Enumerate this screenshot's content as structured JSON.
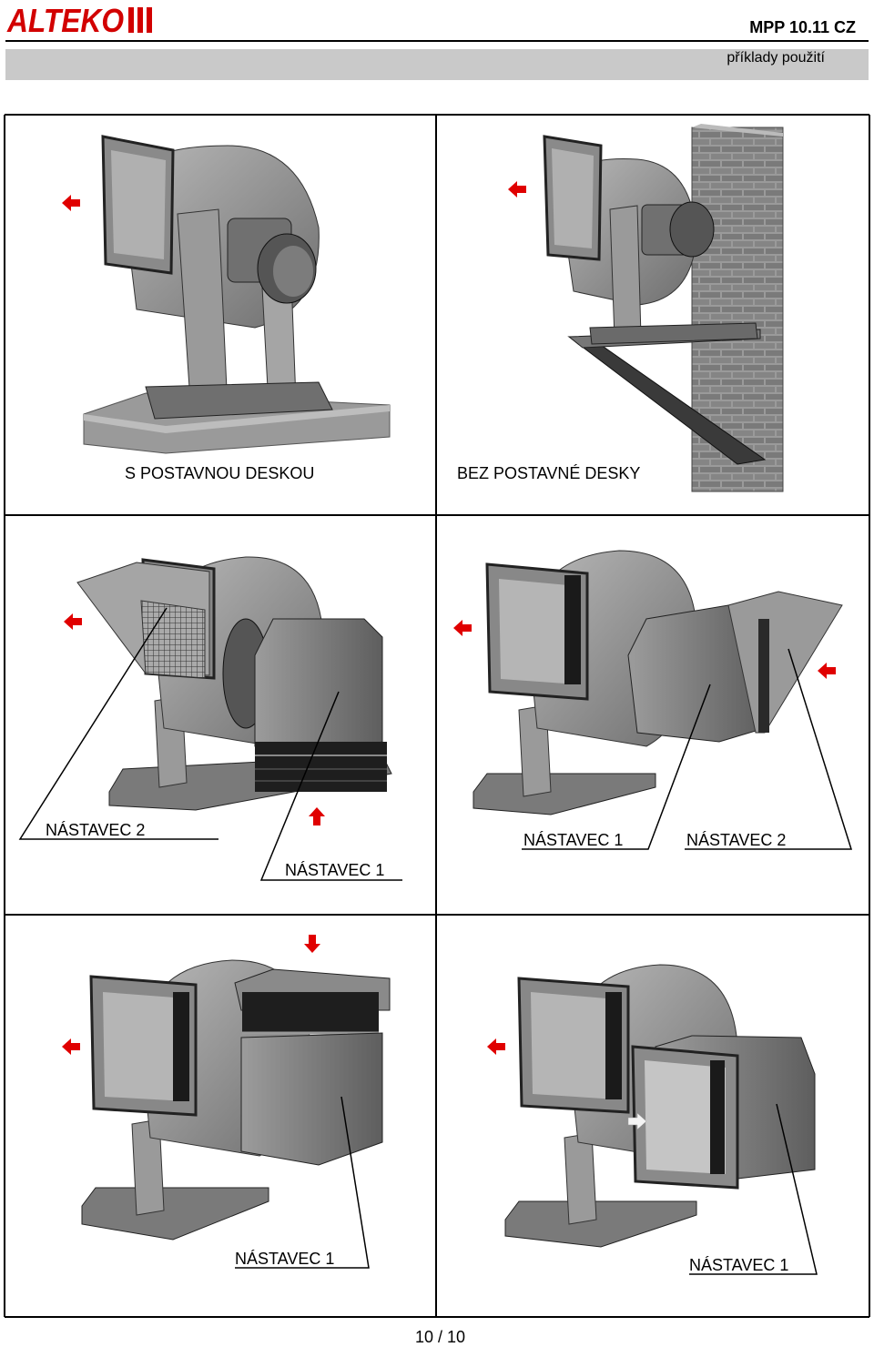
{
  "header": {
    "brand": "ALTEKO",
    "doc_code": "MPP 10.11 CZ",
    "subtitle": "příklady použití"
  },
  "panels": {
    "p1_caption": "S POSTAVNOU DESKOU",
    "p2_caption": "BEZ POSTAVNÉ DESKY",
    "p3_label_a": "NÁSTAVEC 2",
    "p3_label_b": "NÁSTAVEC 1",
    "p4_label_a": "NÁSTAVEC 1",
    "p4_label_b": "NÁSTAVEC 2",
    "p5_label": "NÁSTAVEC 1",
    "p6_label": "NÁSTAVEC 1"
  },
  "footer": {
    "page": "10 / 10"
  },
  "colors": {
    "arrow": "#e00000",
    "brand_red": "#d20000",
    "metal": "#8c8c8c",
    "band": "#c9c9c9"
  }
}
